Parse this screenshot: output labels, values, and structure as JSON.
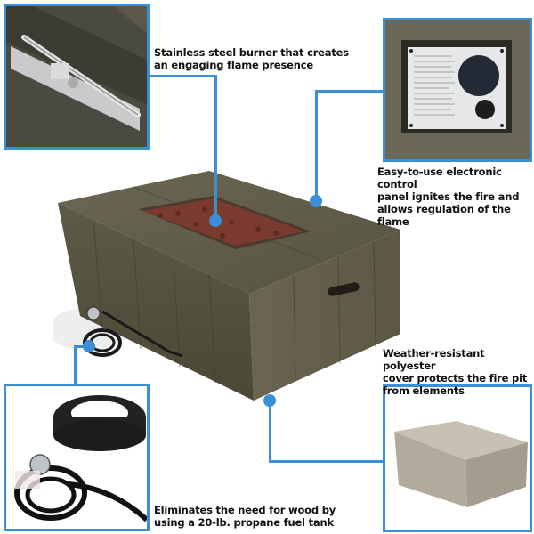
{
  "callouts": {
    "burner": {
      "caption_line1": "Stainless steel burner that creates",
      "caption_line2": "an engaging flame presence"
    },
    "control_panel": {
      "caption_line1": "Easy-to-use electronic control",
      "caption_line2": "panel ignites the fire and",
      "caption_line3": "allows regulation of the flame"
    },
    "cover": {
      "caption_line1": "Weather-resistant polyester",
      "caption_line2": "cover protects the fire pit",
      "caption_line3": "from elements"
    },
    "propane": {
      "caption_line1": "Eliminates the need for wood by",
      "caption_line2": "using a 20-lb. propane fuel tank"
    }
  },
  "colors": {
    "accent": "#3a8fd6",
    "wood": "#5e5a48",
    "lava_rock": "#7a3a2e",
    "cover": "#b8afa3"
  }
}
